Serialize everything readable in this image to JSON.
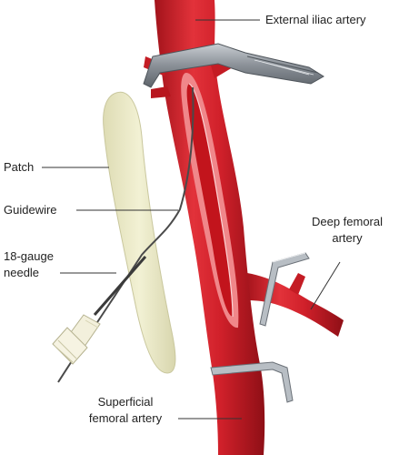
{
  "labels": {
    "external_iliac": "External iliac artery",
    "patch": "Patch",
    "guidewire": "Guidewire",
    "needle_line1": "18-gauge",
    "needle_line2": "needle",
    "deep_femoral_line1": "Deep femoral",
    "deep_femoral_line2": "artery",
    "superficial_line1": "Superficial",
    "superficial_line2": "femoral artery"
  },
  "colors": {
    "artery": "#d0202a",
    "artery_dark": "#a3131b",
    "artery_light": "#f0878a",
    "patch": "#ecebc8",
    "clamp": "#9aa0a6",
    "needle_hub": "#f3f0dc",
    "guidewire": "#555555"
  }
}
